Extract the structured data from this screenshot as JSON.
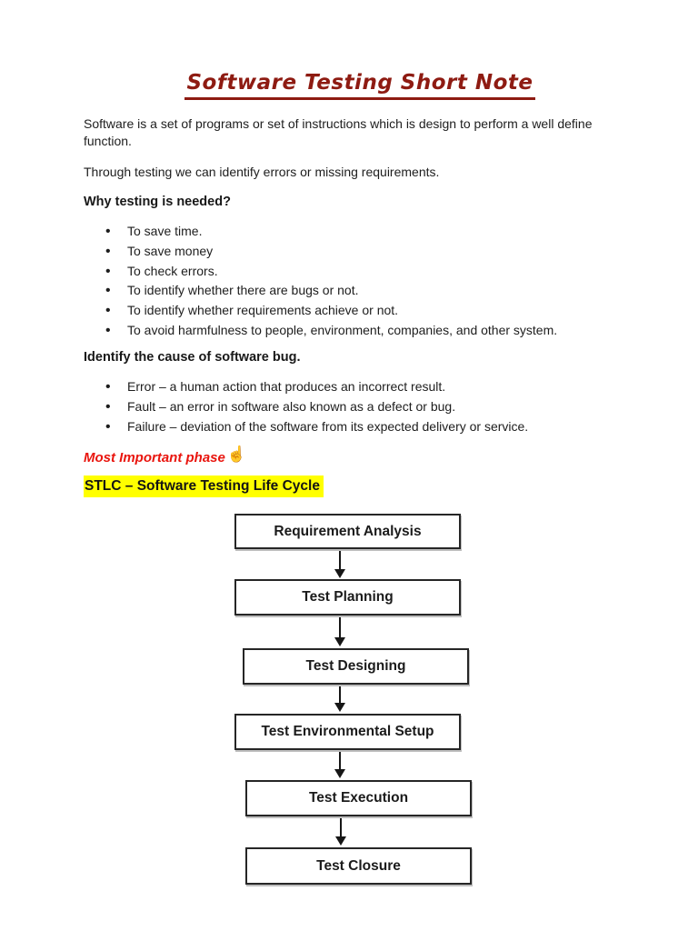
{
  "document": {
    "title": "Software Testing Short Note",
    "intro_paragraph": "Software is a set of programs or set of instructions which is design to perform a well define function.",
    "testing_paragraph": "Through testing we can identify errors or missing requirements.",
    "why_section": {
      "heading": "Why testing is needed?",
      "items": [
        "To save time.",
        "To save money",
        "To check errors.",
        "To identify whether there are bugs or not.",
        "To identify whether requirements achieve or not.",
        "To avoid harmfulness to people, environment, companies, and other system."
      ]
    },
    "cause_section": {
      "heading": "Identify the cause of software bug.",
      "items": [
        "Error – a human action that produces an incorrect result.",
        "Fault – an error in software also known as a defect or bug.",
        "Failure – deviation of the software from its expected delivery or service."
      ]
    },
    "important_note": {
      "text": "Most Important phase",
      "icon_glyph": "☝"
    },
    "stlc_heading": "STLC – Software Testing Life Cycle",
    "flowchart": {
      "steps": [
        "Requirement Analysis",
        "Test Planning",
        "Test Designing",
        "Test Environmental Setup",
        "Test Execution",
        "Test Closure"
      ]
    },
    "colors": {
      "title_red": "#8e1b12",
      "note_red": "#e9150e",
      "highlight_yellow": "#ffff00",
      "text": "#1d1d1d"
    }
  }
}
